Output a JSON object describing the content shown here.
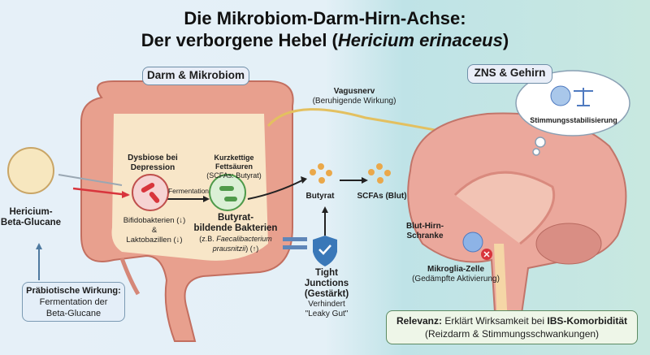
{
  "title": {
    "line1": "Die Mikrobiom-Darm-Hirn-Achse:",
    "line2_prefix": "Der verborgene Hebel (",
    "line2_italic": "Hericium erinaceus",
    "line2_suffix": ")"
  },
  "sections": {
    "gut": "Darm & Mikrobiom",
    "cns": "ZNS & Gehirn"
  },
  "hericium": {
    "line1": "Hericium-",
    "line2": "Beta-Glucane"
  },
  "prebiotic": {
    "heading": "Präbiotische Wirkung:",
    "line1": "Fermentation der",
    "line2": "Beta-Glucane"
  },
  "dysbiosis": {
    "line1": "Dysbiose bei",
    "line2": "Depression",
    "bifido": "Bifidobakterien (↓)",
    "and": "&",
    "lakto": "Laktobazillen (↓)"
  },
  "fermentation": "Fermentation",
  "scfa": {
    "line1": "Kurzkettige",
    "line2": "Fettsäuren",
    "line3": "(SCFAs: Butyrat)"
  },
  "butyrate_bacteria": {
    "line1": "Butyrat-",
    "line2": "bildende Bakterien",
    "line3_prefix": "(z.B. ",
    "line3_italic": "Faecalibacterium",
    "line4_italic": "prausnitzii",
    "line4_suffix": ") (↑)"
  },
  "butyrat": "Butyrat",
  "scfas_blood": "SCFAs (Blut)",
  "vagus": {
    "name": "Vagusnerv",
    "effect": "(Beruhigende Wirkung)"
  },
  "tight_junctions": {
    "line1": "Tight",
    "line2": "Junctions",
    "line3": "(Gestärkt)",
    "line4": "Verhindert",
    "line5": "\"Leaky Gut\""
  },
  "mood": "Stimmungsstabilisierung",
  "bbb": {
    "line1": "Blut-Hirn-",
    "line2": "Schranke"
  },
  "microglia": {
    "name": "Mikroglia-Zelle",
    "effect": "(Gedämpfte Aktivierung)"
  },
  "relevance": {
    "label": "Relevanz:",
    "text": " Erklärt Wirksamkeit bei ",
    "bold": "IBS-Komorbidität",
    "line2": "(Reizdarm & Stimmungsschwankungen)"
  },
  "colors": {
    "colon": "#e8a08e",
    "colon_dark": "#c36f60",
    "inner": "#f8e6c8",
    "brain": "#eba89c",
    "red": "#d8353c",
    "green": "#4f9a4a",
    "nerve": "#e3c060",
    "shield": "#3a78b8",
    "molecule": "#eaa84a"
  }
}
